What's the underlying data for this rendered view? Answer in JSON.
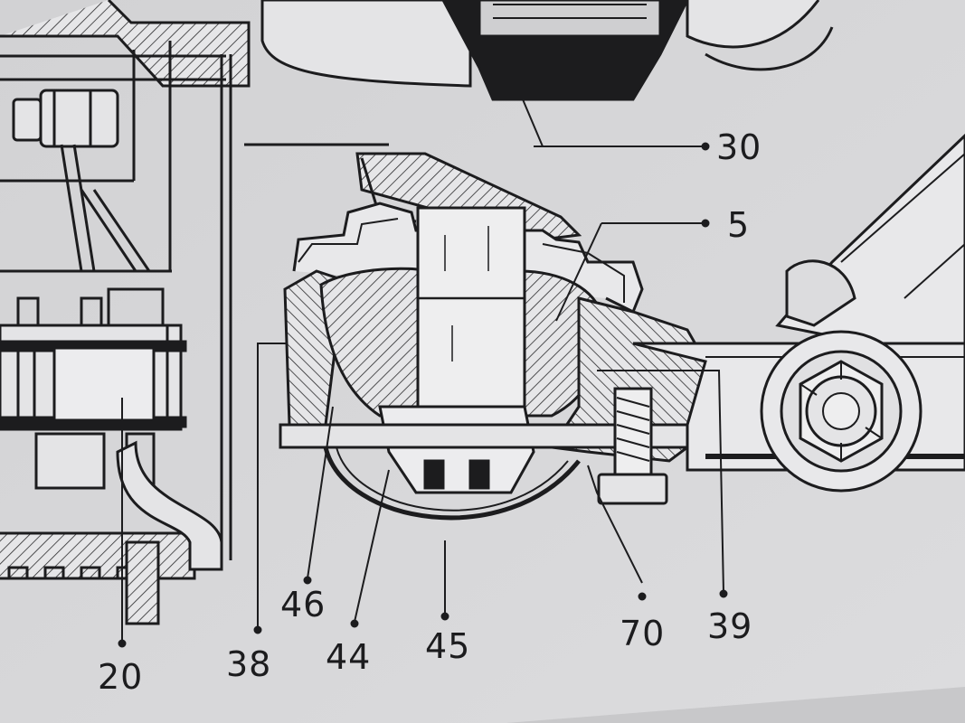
{
  "diagram": {
    "ink_color": "#1c1c1e",
    "paper_color": "#d9d9db",
    "callouts": [
      {
        "id": "30",
        "text": "30"
      },
      {
        "id": "5",
        "text": "5"
      },
      {
        "id": "20",
        "text": "20"
      },
      {
        "id": "38",
        "text": "38"
      },
      {
        "id": "46",
        "text": "46"
      },
      {
        "id": "44",
        "text": "44"
      },
      {
        "id": "45",
        "text": "45"
      },
      {
        "id": "70",
        "text": "70"
      },
      {
        "id": "39",
        "text": "39"
      }
    ]
  }
}
